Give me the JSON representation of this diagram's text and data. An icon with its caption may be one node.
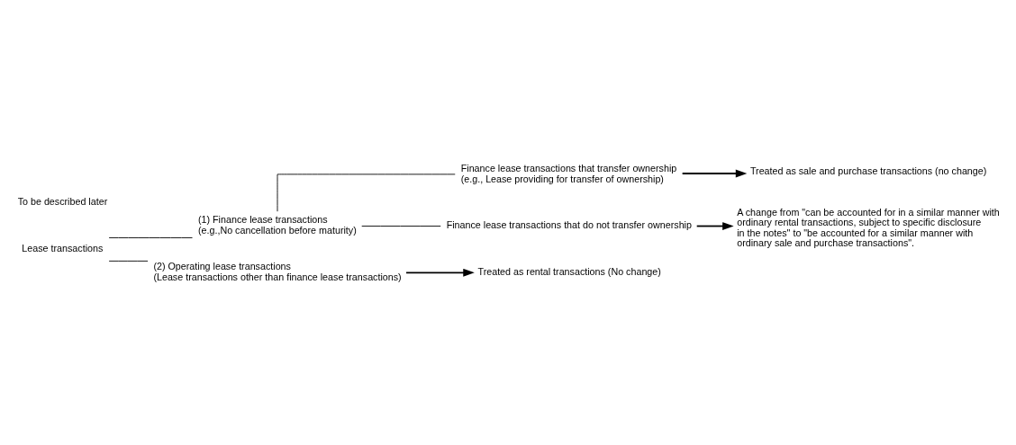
{
  "diagram": {
    "nodes": [
      {
        "text": [
          "Lease transactions"
        ]
      },
      {
        "text": [
          "(1) Finance lease transactions",
          "(e.g.,No cancellation before maturity)"
        ]
      },
      {
        "text": [
          "Finance lease transactions that transfer ownership",
          "(e.g., Lease providing for transfer of ownership)"
        ]
      },
      {
        "text": [
          "Treated as sale and purchase transactions (no change)"
        ]
      },
      {
        "text": [
          "Finance lease transactions that do not transfer ownership"
        ]
      },
      {
        "text": [
          "A change from \"can be accounted for in a similar manner with ordinary rental transactions, subject to specific disclosure in the notes\" to \"be accounted for a similar manner with ordinary sale and purchase transactions\"."
        ]
      },
      {
        "text": [
          "(2) Operating lease transactions",
          "(Lease transactions other than finance lease transactions)"
        ]
      },
      {
        "text": [
          "Treated as rental transactions (No change)"
        ]
      }
    ],
    "edges": [
      {
        "from": 0,
        "to": 1,
        "arrow": "none"
      },
      {
        "from": 0,
        "to": 6,
        "arrow": "none"
      },
      {
        "from": 1,
        "to": 2,
        "arrow": "none"
      },
      {
        "from": 1,
        "to": 4,
        "arrow": "none"
      },
      {
        "from": 2,
        "to": 3,
        "arrow": "to"
      },
      {
        "from": 4,
        "to": 5,
        "arrow": "to"
      },
      {
        "from": 6,
        "to": 7,
        "arrow": "to"
      }
    ],
    "labels": [
      "To be described later"
    ]
  }
}
